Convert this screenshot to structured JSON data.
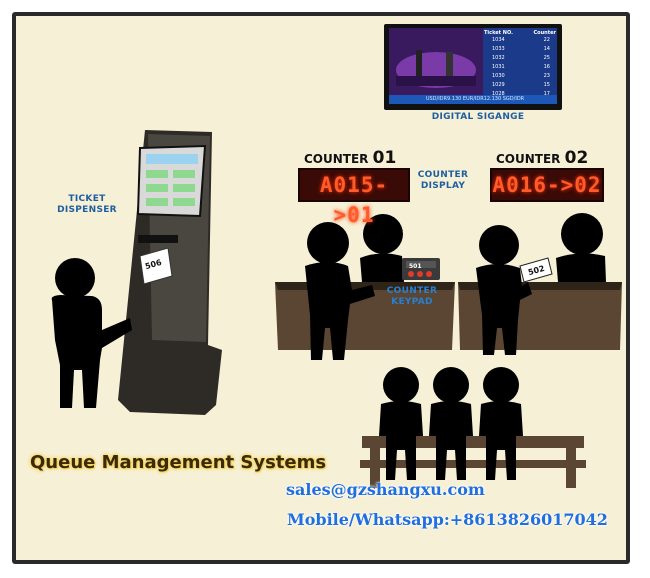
{
  "labels": {
    "ticket_dispenser": "TICKET\nDISPENSER",
    "digital_signage": "DIGITAL SIGANGE",
    "counter_display": "COUNTER\nDISPLAY",
    "counter_keypad": "COUNTER\nKEYPAD"
  },
  "counters": [
    {
      "title_word": "COUNTER",
      "title_num": "01",
      "display": "A015->01"
    },
    {
      "title_word": "COUNTER",
      "title_num": "02",
      "display": "A016->02"
    }
  ],
  "signage": {
    "headers": [
      "Ticket NO.",
      "Counter"
    ],
    "rows": [
      [
        "1034",
        "22"
      ],
      [
        "1033",
        "14"
      ],
      [
        "1032",
        "25"
      ],
      [
        "1031",
        "16"
      ],
      [
        "1030",
        "23"
      ],
      [
        "1029",
        "15"
      ],
      [
        "1028",
        "17"
      ]
    ],
    "ticker": "USD/IDR9.130 EUR/IDR12.130 SGD/IDR"
  },
  "tickets": {
    "dispenser": "506",
    "counter2": "502",
    "keypad": "501"
  },
  "headline": "Queue Management Systems",
  "contact": {
    "email": "sales@gzshangxu.com",
    "phone": "Mobile/Whatsapp:+8613826017042"
  },
  "colors": {
    "frame_bg": "#f6f0d6",
    "label_blue": "#1f5fa0",
    "led_text": "#ff5a2a",
    "desk": "#5a4632",
    "contact_blue": "#1f6fe0"
  }
}
